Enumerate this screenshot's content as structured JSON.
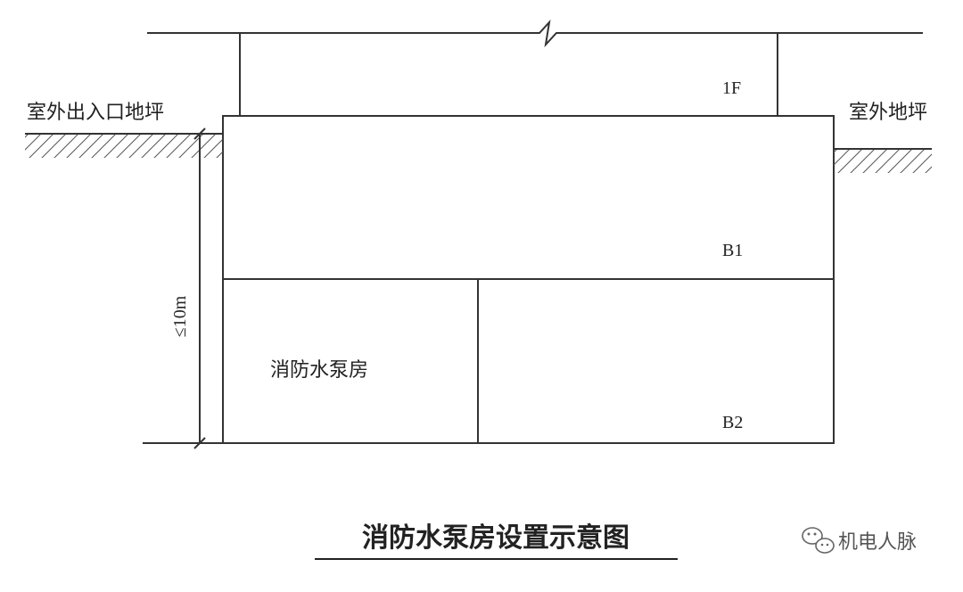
{
  "diagram": {
    "labels": {
      "outdoor_entrance_ground": "室外出入口地坪",
      "outdoor_ground": "室外地坪",
      "floor_1f": "1F",
      "floor_b1": "B1",
      "floor_b2": "B2",
      "pump_room": "消防水泵房",
      "depth_limit": "≤10m"
    },
    "title": "消防水泵房设置示意图",
    "watermark": "机电人脉"
  }
}
